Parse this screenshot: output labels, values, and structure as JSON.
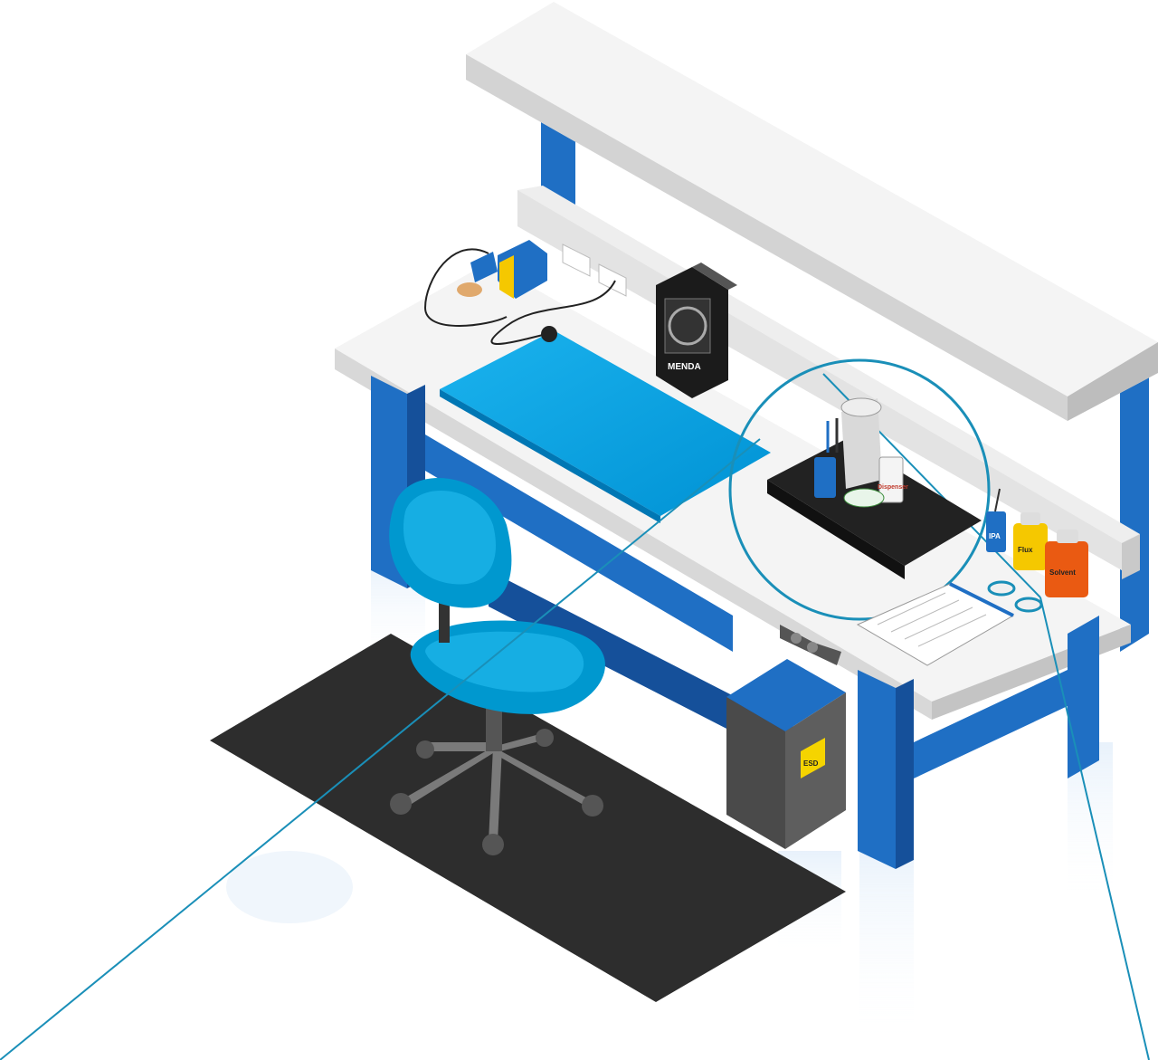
{
  "scene": {
    "fume_extractor_brand": "MENDA",
    "bottle_label": "Dispenser",
    "small_bottle_label": "IPA",
    "esd_warning": "ESD",
    "yellow_bottle_label": "Flux",
    "orange_bottle_label": "Solvent"
  },
  "colors": {
    "frame_blue": "#1f6fc4",
    "frame_blue_dark": "#15509a",
    "mat_blue": "#00a4e4",
    "chair_blue": "#0098cf",
    "floor_mat": "#2d2d2d",
    "callout_line": "#1a8fb8",
    "surface_white": "#f4f4f4",
    "edge_grey": "#d3d3d3"
  }
}
